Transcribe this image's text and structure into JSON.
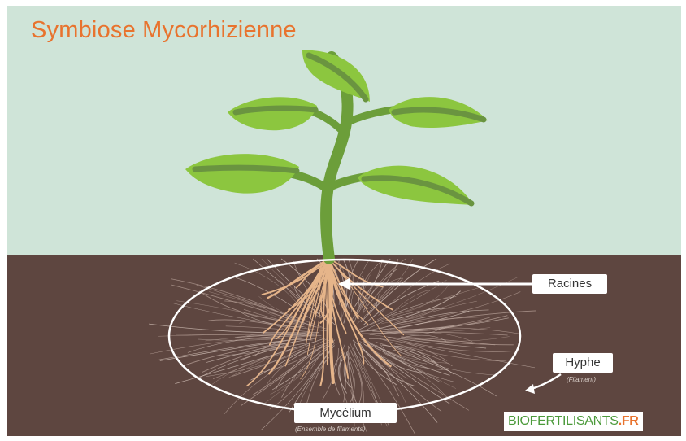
{
  "title": "Symbiose Mycorhizienne",
  "labels": {
    "racines": "Racines",
    "hyphe": "Hyphe",
    "hyphe_sub": "(Filament)",
    "mycelium": "Mycélium",
    "mycelium_sub": "(Ensemble de filaments)"
  },
  "brand": {
    "name": "BIOFERTILISANTS",
    "tld": ".FR"
  },
  "colors": {
    "title": "#e8732e",
    "sky": "#cfe4d8",
    "soil": "#5e4640",
    "leaf_light": "#8cc63f",
    "leaf_vein": "#6a9440",
    "stem": "#6c9e3a",
    "root": "#e6b58a",
    "brand_green": "#4b9a3a",
    "brand_orange": "#e8732e"
  }
}
